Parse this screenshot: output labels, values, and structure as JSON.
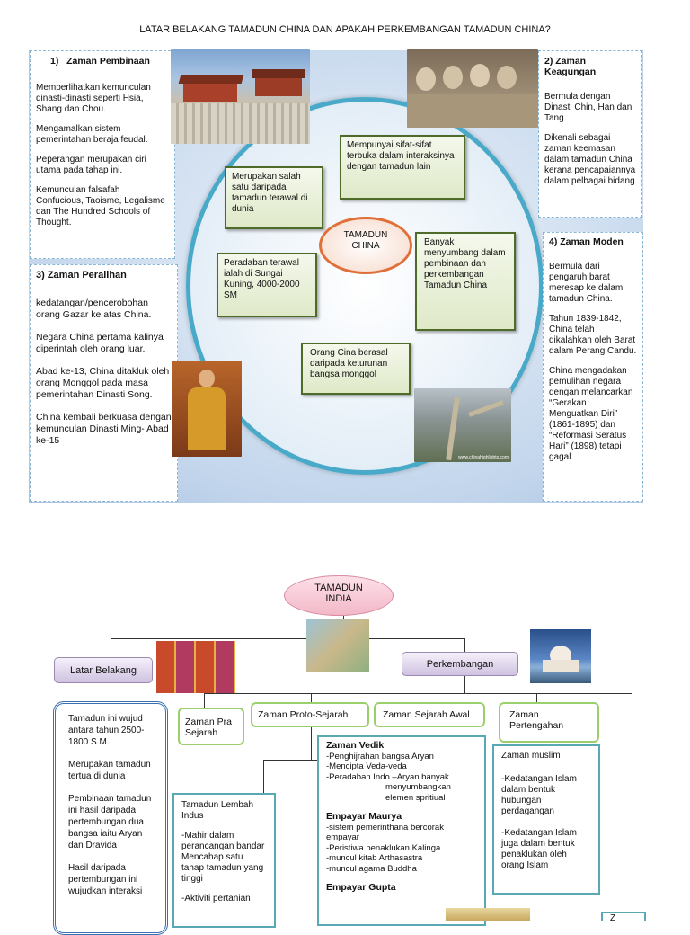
{
  "top": {
    "title": "LATAR BELAKANG TAMADUN CHINA DAN APAKAH PERKEMBANGAN TAMADUN CHINA?",
    "center": "TAMADUN CHINA",
    "p1": {
      "heading": "1)   Zaman Pembinaan",
      "paras": [
        "Memperlihatkan kemunculan dinasti-dinasti seperti Hsia, Shang dan Chou.",
        "Mengamalkan sistem pemerintahan beraja feudal.",
        "Peperangan merupakan ciri utama pada tahap ini.",
        "Kemunculan falsafah Confucious, Taoisme, Legalisme dan The Hundred Schools of Thought."
      ]
    },
    "p2": {
      "heading": "2) Zaman Keagungan",
      "paras": [
        "Bermula dengan Dinasti Chin, Han dan Tang.",
        "Dikenali sebagai zaman keemasan dalam tamadun China kerana pencapaiannya dalam pelbagai bidang"
      ]
    },
    "p3": {
      "heading": "3) Zaman Peralihan",
      "paras": [
        "kedatangan/pencerobohan orang Gazar ke atas China.",
        "Negara China pertama kalinya diperintah oleh orang luar.",
        "Abad ke-13, China ditakluk oleh orang Monggol pada masa pemerintahan Dinasti Song.",
        "China kembali berkuasa dengan kemunculan Dinasti Ming- Abad ke-15"
      ]
    },
    "p4": {
      "heading": "4) Zaman Moden",
      "paras": [
        "Bermula dari pengaruh barat meresap ke dalam tamadun China.",
        "Tahun 1839-1842, China telah dikalahkan oleh Barat dalam Perang Candu.",
        "China mengadakan pemulihan negara dengan melancarkan “Gerakan Menguatkan Diri” (1861-1895) dan “Reformasi Seratus Hari” (1898) tetapi gagal."
      ]
    },
    "boxes": {
      "sifat": "Mempunyai sifat-sifat terbuka dalam interaksinya dengan tamadun lain",
      "terawal": "Merupakan salah satu daripada tamadun terawal di dunia",
      "peradaban": "Peradaban terawal ialah di Sungai Kuning, 4000-2000 SM",
      "banyak": "Banyak menyumbang dalam pembinaan dan perkembangan Tamadun China",
      "orang": "Orang Cina berasal daripada keturunan bangsa monggol"
    },
    "wall_caption": "www.chinahighlights.com"
  },
  "bottom": {
    "center": "TAMADUN INDIA",
    "latar": "Latar Belakang",
    "perkembangan": "Perkembangan",
    "pra": "Zaman Pra Sejarah",
    "proto": "Zaman Proto-Sejarah",
    "awal": "Zaman Sejarah Awal",
    "pertengahan": "Zaman Pertengahan",
    "left_paras": [
      "Tamadun ini wujud antara tahun 2500-1800 S.M.",
      "Merupakan tamadun tertua di dunia",
      "Pembinaan tamadun ini hasil daripada pertembungan dua bangsa iaitu Aryan dan Dravida",
      "Hasil daripada pertembungan ini wujudkan interaksi"
    ],
    "indus_title": "Tamadun Lembah Indus",
    "indus_lines": [
      "-Mahir dalam perancangan bandar",
      "Mencahap satu tahap tamadun yang tinggi",
      "-Aktiviti pertanian"
    ],
    "vedik_title": "Zaman Vedik",
    "vedik_lines": [
      "-Penghijrahan bangsa Aryan",
      "-Mencipta Veda-veda",
      "-Peradaban Indo –Aryan banyak"
    ],
    "vedik_cont": "menyumbangkan elemen spritiual",
    "maurya_title": "Empayar Maurya",
    "maurya_lines": [
      "-sistem pemerinthana bercorak empayar",
      "-Peristiwa penaklukan Kalinga",
      "-muncul kitab Arthasastra",
      "-muncul agama Buddha"
    ],
    "gupta_title": "Empayar Gupta",
    "muslim_title": "Zaman muslim",
    "muslim_paras": [
      "-Kedatangan Islam dalam bentuk hubungan perdagangan",
      "-Kedatangan Islam juga dalam bentuk penaklukan oleh orang Islam"
    ],
    "edge_label": "Z"
  }
}
